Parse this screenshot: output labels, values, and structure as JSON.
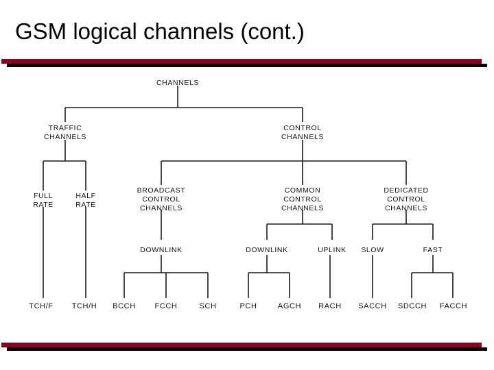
{
  "slide": {
    "title": "GSM logical channels (cont.)",
    "accent_color": "#8C0022",
    "shadow_color": "#000000",
    "background_color": "#FFFFFF",
    "text_color": "#111111"
  },
  "diagram": {
    "type": "tree",
    "root": "CHANNELS",
    "nodes": {
      "channels": {
        "lines": [
          "CHANNELS"
        ]
      },
      "traffic_channels": {
        "lines": [
          "TRAFFIC",
          "CHANNELS"
        ]
      },
      "control_channels": {
        "lines": [
          "CONTROL",
          "CHANNELS"
        ]
      },
      "full_rate": {
        "lines": [
          "FULL",
          "RATE"
        ]
      },
      "half_rate": {
        "lines": [
          "HALF",
          "RATE"
        ]
      },
      "broadcast_control_channels": {
        "lines": [
          "BROADCAST",
          "CONTROL",
          "CHANNELS"
        ]
      },
      "common_control_channels": {
        "lines": [
          "COMMON",
          "CONTROL",
          "CHANNELS"
        ]
      },
      "dedicated_control_channels": {
        "lines": [
          "DEDICATED",
          "CONTROL",
          "CHANNELS"
        ]
      },
      "bcch_downlink": {
        "lines": [
          "DOWNLINK"
        ]
      },
      "ccch_downlink": {
        "lines": [
          "DOWNLINK"
        ]
      },
      "ccch_uplink": {
        "lines": [
          "UPLINK"
        ]
      },
      "dcch_slow": {
        "lines": [
          "SLOW"
        ]
      },
      "dcch_fast": {
        "lines": [
          "FAST"
        ]
      }
    },
    "leaves": {
      "tch_f": "TCH/F",
      "tch_h": "TCH/H",
      "bcch": "BCCH",
      "fcch": "FCCH",
      "sch": "SCH",
      "pch": "PCH",
      "agch": "AGCH",
      "rach": "RACH",
      "sacch": "SACCH",
      "sdcch": "SDCCH",
      "facch": "FACCH"
    }
  }
}
